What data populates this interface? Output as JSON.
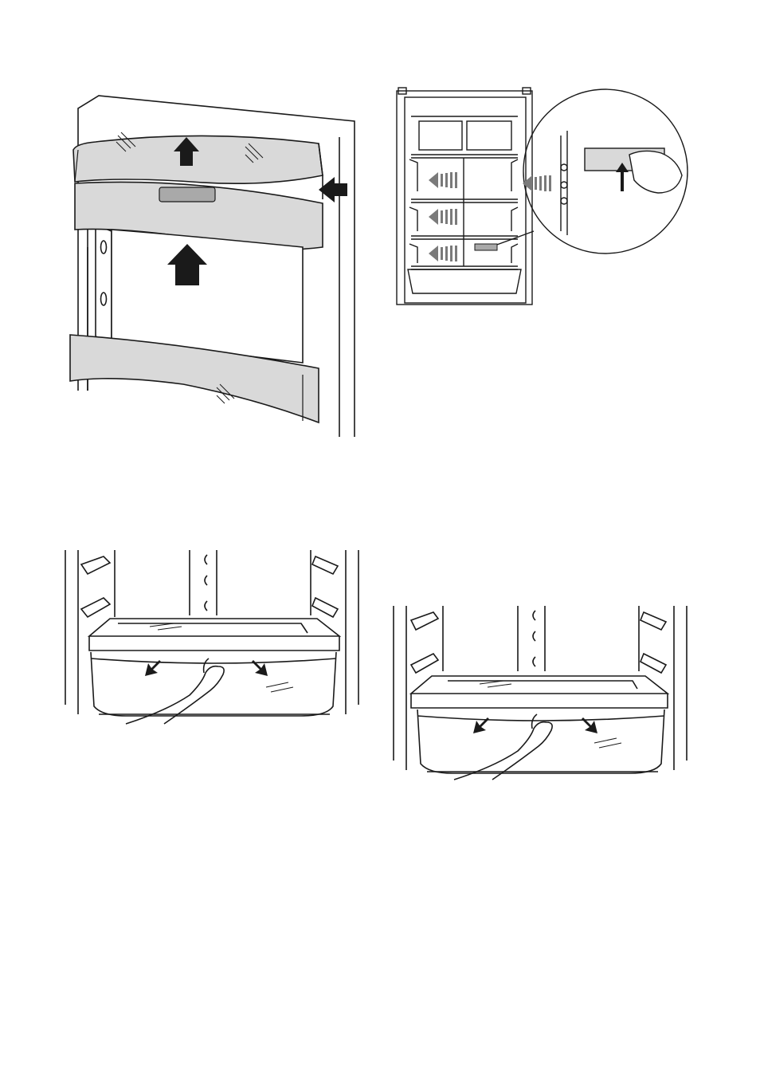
{
  "page": {
    "background": "#ffffff",
    "line_color": "#1a1a1a",
    "panel_fill": "#d9d9d9",
    "arrow_fill": "#1a1a1a",
    "handle_fill": "#a9a9a9"
  },
  "figures": [
    {
      "id": "fig-door-bins",
      "subject": "door-bins-lift-off-illustration"
    },
    {
      "id": "fig-fridge-shelf-slide",
      "subject": "fridge-interior-shelf-slide-with-detail-callout"
    },
    {
      "id": "fig-crisper-removal-1",
      "subject": "crisper-drawer-pull-out-illustration"
    },
    {
      "id": "fig-crisper-removal-2",
      "subject": "crisper-drawer-pull-out-illustration"
    }
  ]
}
